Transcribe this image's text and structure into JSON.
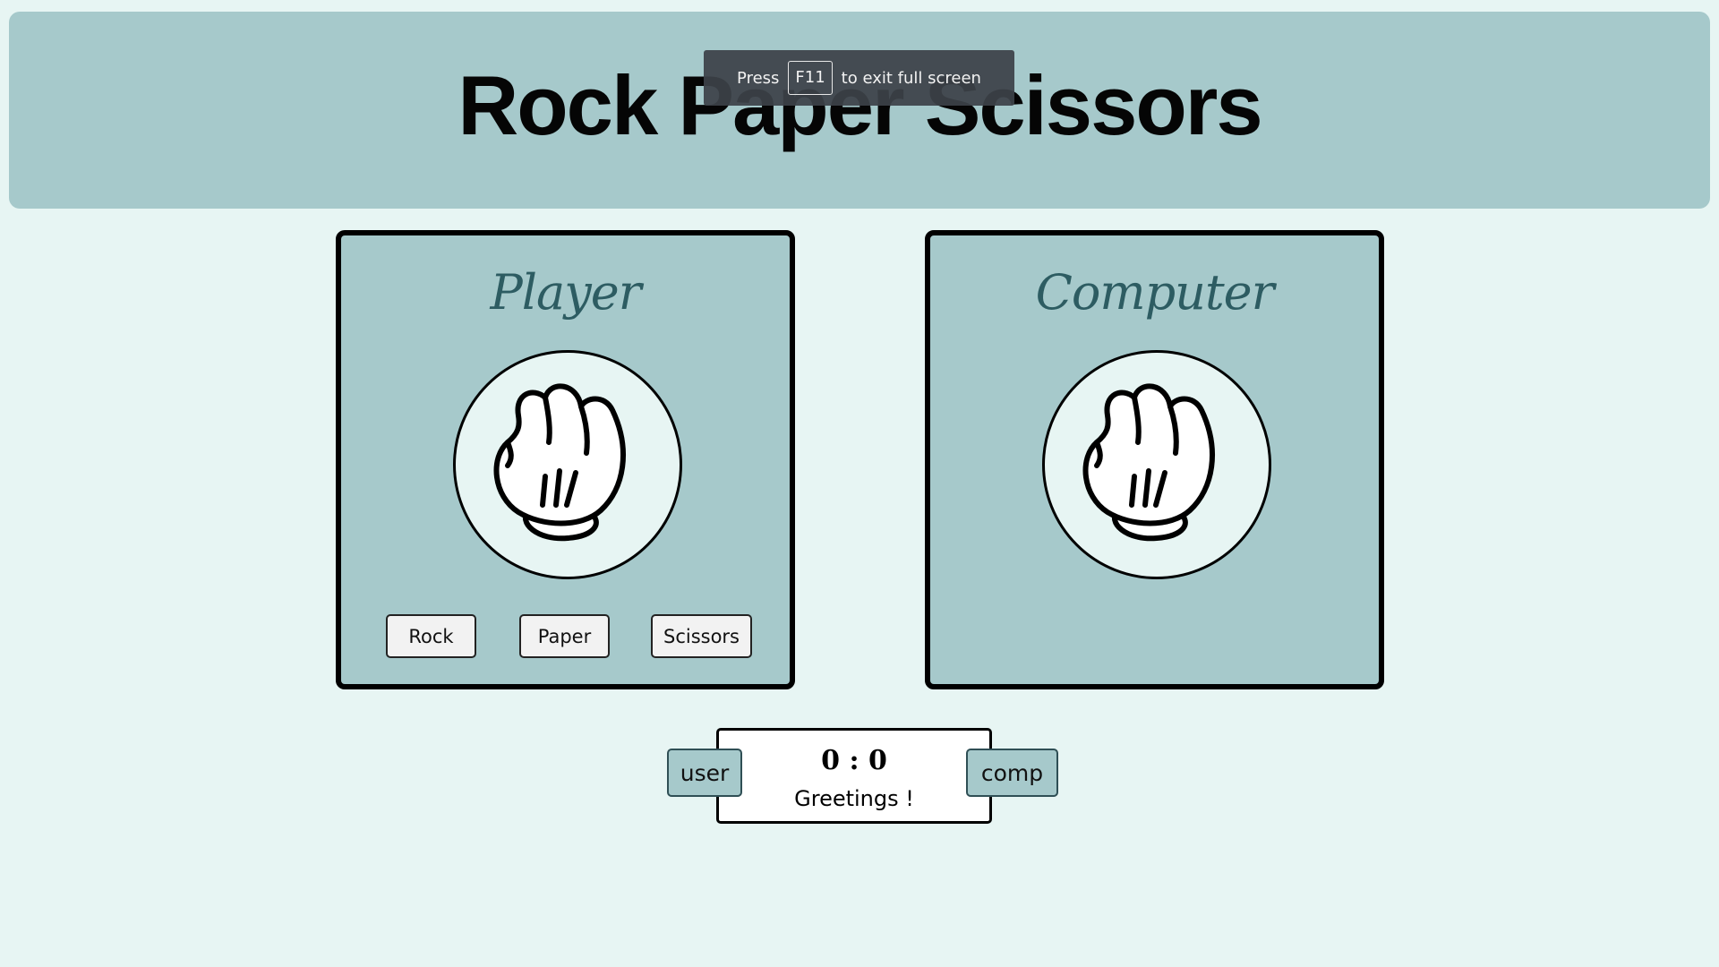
{
  "header": {
    "title": "Rock Paper Scissors"
  },
  "fullscreen_notice": {
    "prefix": "Press",
    "key": "F11",
    "suffix": "to exit full screen"
  },
  "player": {
    "title": "Player",
    "hand_icon": "fist-glove-icon",
    "buttons": {
      "rock": "Rock",
      "paper": "Paper",
      "scissors": "Scissors"
    }
  },
  "computer": {
    "title": "Computer",
    "hand_icon": "fist-glove-icon"
  },
  "scoreboard": {
    "score": "0 : 0",
    "message": "Greetings !",
    "user_label": "user",
    "comp_label": "comp"
  },
  "colors": {
    "background": "#e7f5f3",
    "panel": "#a6c9cb",
    "panel_title": "#2d5c62",
    "border": "#000000"
  }
}
